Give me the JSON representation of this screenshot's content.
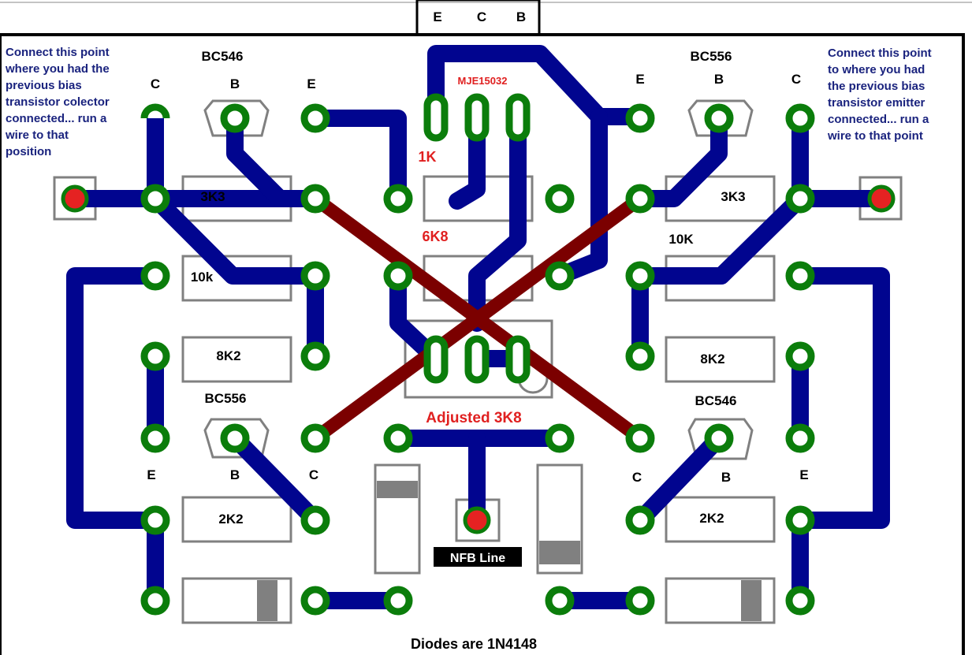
{
  "colors": {
    "trace": "#01058f",
    "cross_trace": "#7b0000",
    "pad": "#0b7d0b",
    "pad_hole": "#ffffff",
    "red_pad": "#e52222",
    "outline": "#808080",
    "label": "#000000",
    "red_label": "#e02020",
    "note": "#1a237e"
  },
  "header": {
    "pins": [
      "E",
      "C",
      "B"
    ]
  },
  "notes": {
    "left": "Connect this point\nwhere you had the\nprevious bias\ntransistor colector\nconnected... run a\nwire to that\nposition",
    "right": "Connect this point\nto where you had\nthe previous bias\ntransistor emitter\nconnected... run a\nwire to that point"
  },
  "transistors": {
    "top_left": {
      "part": "BC546",
      "pins": {
        "c": "C",
        "b": "B",
        "e": "E"
      }
    },
    "top_right": {
      "part": "BC556",
      "pins": {
        "e": "E",
        "b": "B",
        "c": "C"
      }
    },
    "bottom_left": {
      "part": "BC556",
      "pins": {
        "e": "E",
        "b": "B",
        "c": "C"
      }
    },
    "bottom_right": {
      "part": "BC546",
      "pins": {
        "c": "C",
        "b": "B",
        "e": "E"
      }
    },
    "center": {
      "part": "MJE15032"
    }
  },
  "resistors": {
    "r_3k3_left": "3K3",
    "r_10k_left": "10k",
    "r_8k2_left": "8K2",
    "r_2k2_left": "2K2",
    "r_1k": "1K",
    "r_6k8": "6K8",
    "r_adjusted": "Adjusted 3K8",
    "r_3k3_right": "3K3",
    "r_10k_right": "10K",
    "r_8k2_right": "8K2",
    "r_2k2_right": "2K2"
  },
  "nfb_label": "NFB Line",
  "footer": "Diodes are 1N4148"
}
